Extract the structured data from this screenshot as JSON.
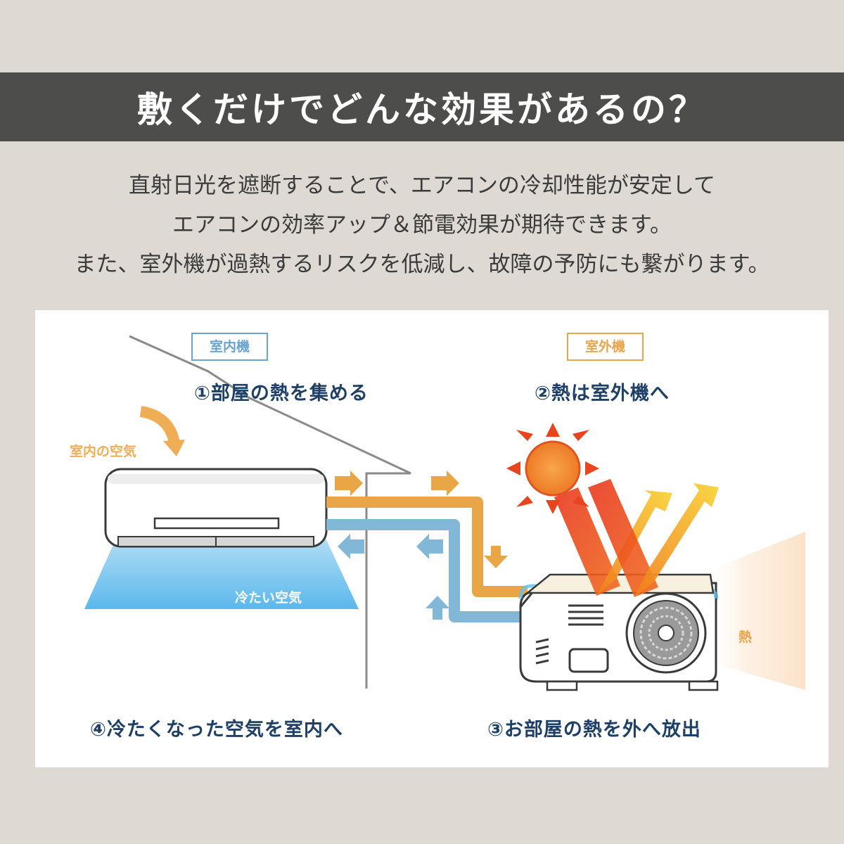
{
  "title": "敷くだけでどんな効果があるの？",
  "intro": [
    "直射日光を遮断することで、エアコンの冷却性能が安定して",
    "エアコンの効率アップ＆節電効果が期待できます。",
    "また、室外機が過熱するリスクを低減し、故障の予防にも繋がります。"
  ],
  "diagram": {
    "indoor_box_label": "室内機",
    "outdoor_box_label": "室外機",
    "step1": "①部屋の熱を集める",
    "step2": "②熱は室外機へ",
    "step3": "③お部屋の熱を外へ放出",
    "step4": "④冷たくなった空気を室内へ",
    "indoor_air_label": "室内の空気",
    "cold_air_label": "冷たい空気",
    "heat_label": "熱"
  },
  "colors": {
    "background": "#dedad3",
    "title_band": "#4d4d4b",
    "indoor_blue": "#6aa4cf",
    "outdoor_orange": "#e8a54a",
    "step_text": "#1e3f66",
    "warm_pipe": "#e9a646",
    "cool_pipe": "#82b7d8"
  }
}
